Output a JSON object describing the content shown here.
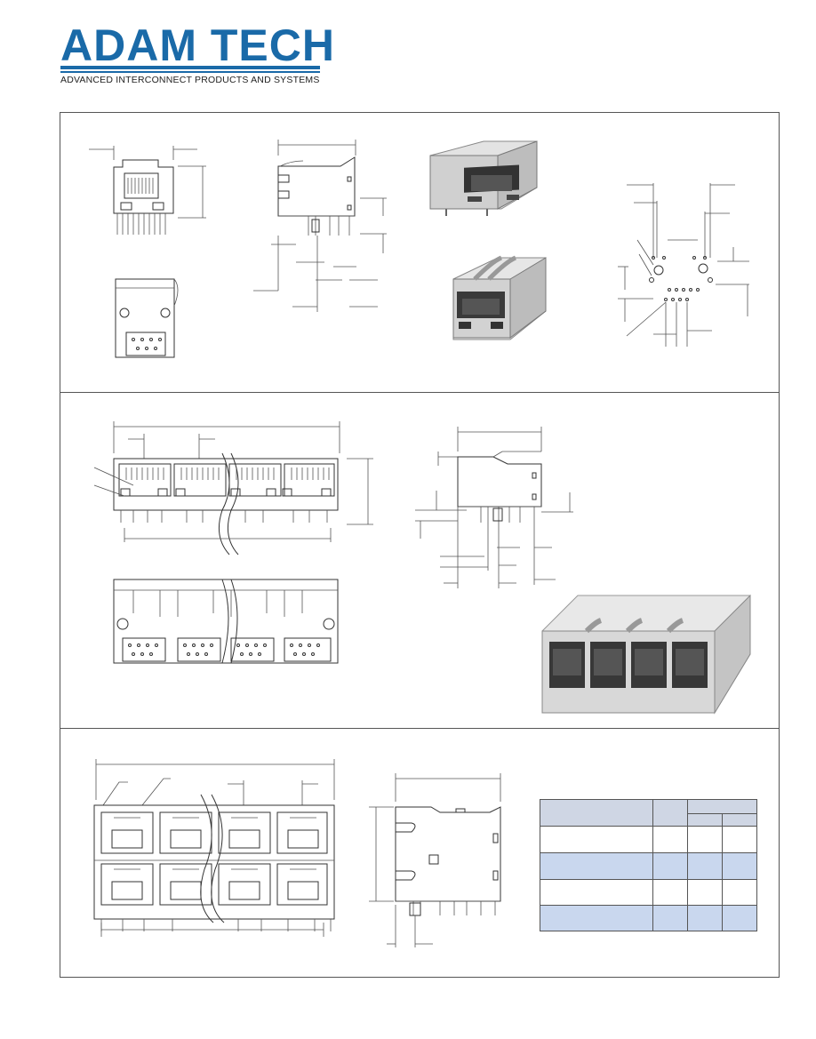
{
  "brand": {
    "name": "ADAM TECH",
    "tagline": "ADVANCED INTERCONNECT PRODUCTS AND SYSTEMS",
    "color": "#1a6aa8"
  },
  "spec_table": {
    "rows": 4,
    "shade_color": "#c9d7ee"
  }
}
